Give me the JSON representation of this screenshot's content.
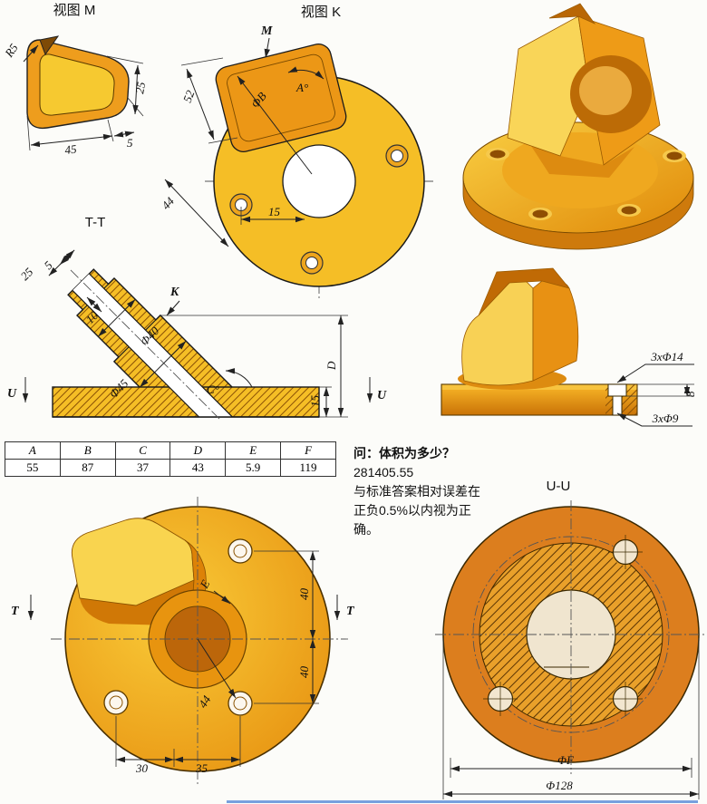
{
  "app": {
    "background": "#fcfcf9"
  },
  "colors": {
    "part_yellow": "#F6C42C",
    "part_orange": "#EE9918",
    "part_deep_orange": "#C97608",
    "outline": "#1a1a1a"
  },
  "view_m": {
    "title": "视图 M",
    "dim_r5": "R5",
    "dim_25": "25",
    "dim_5": "5",
    "dim_45": "45"
  },
  "view_k": {
    "title": "视图 K",
    "arrow_label": "M",
    "dim_52": "52",
    "dim_phi_b": "ΦB",
    "dim_angle_a": "A°",
    "dim_44": "44",
    "dim_15": "15"
  },
  "section_tt": {
    "title": "T-T",
    "arrow_label": "K",
    "cut_label_left": "U",
    "cut_label_right": "U",
    "dim_25": "25",
    "dim_5": "5",
    "dim_10": "10",
    "dim_phi40": "Φ40",
    "dim_phi45": "Φ45",
    "dim_angle_c": "C°",
    "dim_d": "D",
    "dim_15": "15"
  },
  "side_view": {
    "dim_counterbore": "3xΦ14",
    "dim_depth": "8",
    "dim_hole": "3xΦ9"
  },
  "table": {
    "headers": [
      "A",
      "B",
      "C",
      "D",
      "E",
      "F"
    ],
    "values": [
      "55",
      "87",
      "37",
      "43",
      "5.9",
      "119"
    ]
  },
  "question": {
    "line1": "问：体积为多少？",
    "line2": "281405.55",
    "line3": "与标准答案相对误差在",
    "line4": "正负0.5%以内视为正",
    "line5": "确。"
  },
  "top_view": {
    "cut_label_left": "T",
    "cut_label_right": "T",
    "dim_e": "E",
    "dim_40_upper": "40",
    "dim_40_lower": "40",
    "dim_44": "44",
    "dim_30": "30",
    "dim_35": "35"
  },
  "section_uu": {
    "title": "U-U",
    "dim_phi_f": "ΦF",
    "dim_phi_128": "Φ128"
  }
}
